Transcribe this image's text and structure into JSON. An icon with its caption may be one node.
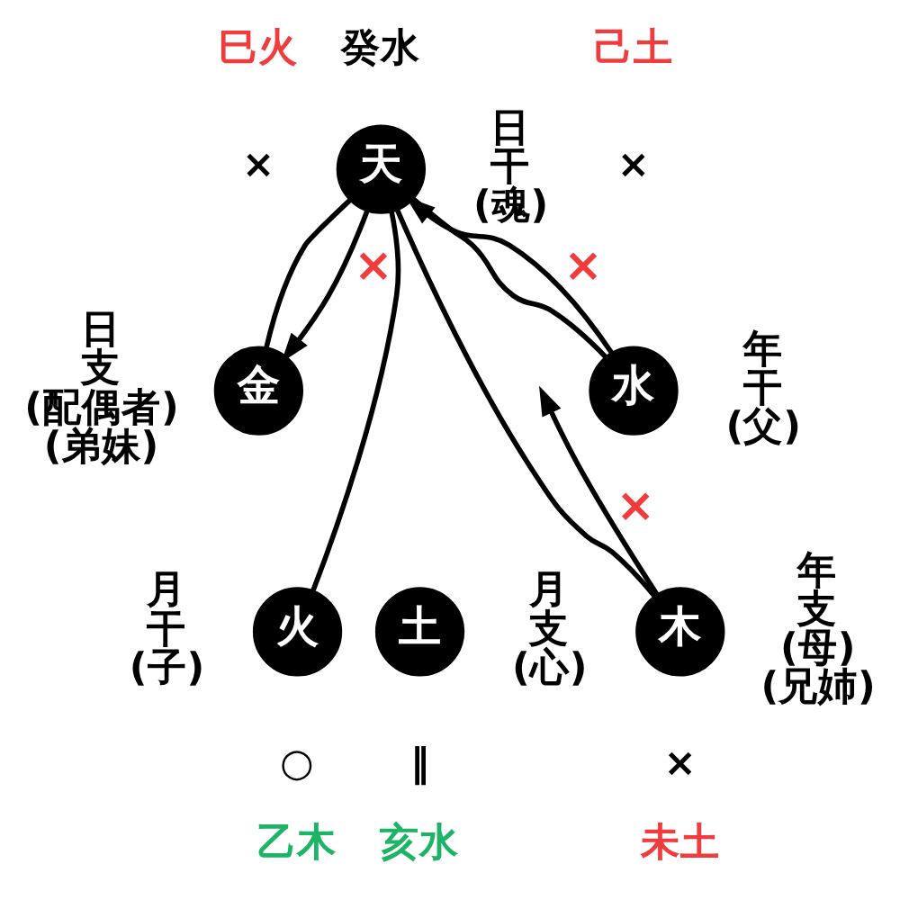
{
  "diagram": {
    "nodes": [
      {
        "text": [
          "天"
        ],
        "beside": [
          "癸水",
          "日干(魂)"
        ]
      },
      {
        "text": [
          "金"
        ],
        "beside": [
          "巳火",
          "×",
          "日支(配偶者)(弟妹)"
        ]
      },
      {
        "text": [
          "水"
        ],
        "beside": [
          "己土",
          "×",
          "年干(父)"
        ]
      },
      {
        "text": [
          "火"
        ],
        "beside": [
          "月干(子)",
          "○",
          "乙木"
        ]
      },
      {
        "text": [
          "土"
        ],
        "beside": [
          "‖",
          "亥水",
          "月支(心)"
        ]
      },
      {
        "text": [
          "木"
        ],
        "beside": [
          "×",
          "未土",
          "年支(母)(兄姉)"
        ]
      }
    ],
    "edges": [
      {
        "from": 0,
        "to": 1,
        "arrow": "to",
        "label": "×"
      },
      {
        "from": 2,
        "to": 0,
        "arrow": "to",
        "label": "×"
      },
      {
        "from": 5,
        "to": null,
        "arrow": "to",
        "label": "×"
      },
      {
        "from": 0,
        "to": 1,
        "arrow": "none"
      },
      {
        "from": 0,
        "to": 2,
        "arrow": "none"
      },
      {
        "from": 0,
        "to": 3,
        "arrow": "none"
      },
      {
        "from": 0,
        "to": 5,
        "arrow": "none"
      }
    ]
  }
}
